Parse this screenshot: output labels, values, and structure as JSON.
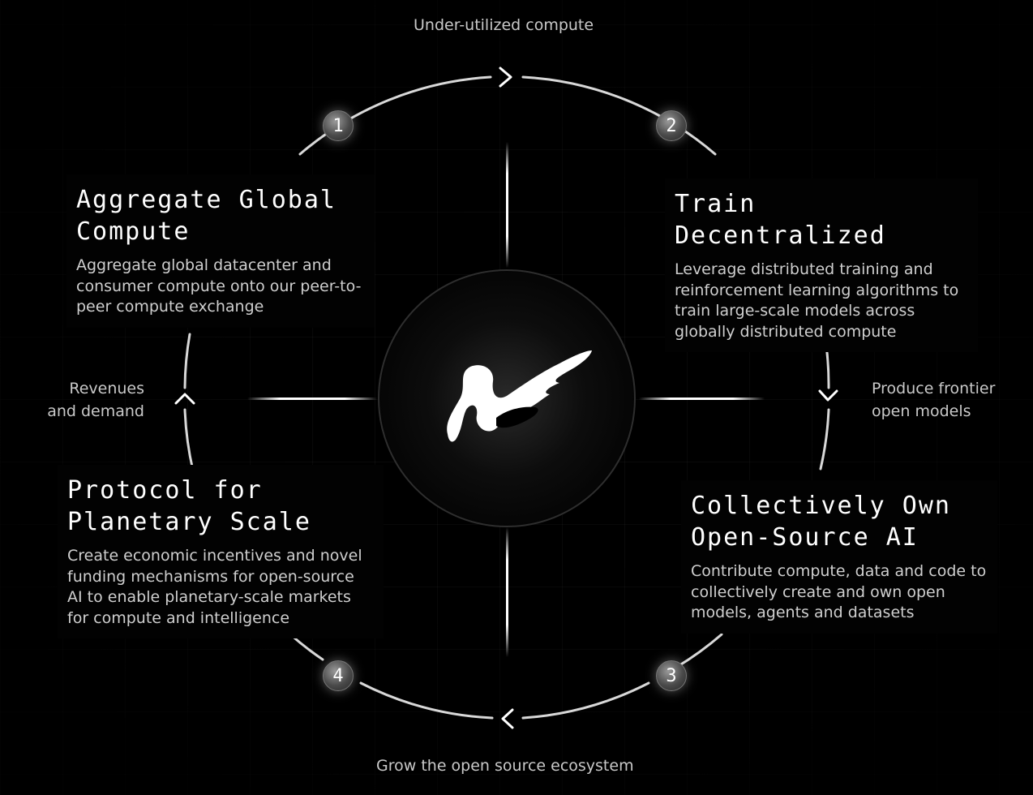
{
  "flow_labels": {
    "top": "Under-utilized compute",
    "right_line1": "Produce frontier",
    "right_line2": "open models",
    "bottom": "Grow the open source ecosystem",
    "left_line1": "Revenues",
    "left_line2": "and demand"
  },
  "steps": [
    {
      "number": "1",
      "title_line1": "Aggregate Global",
      "title_line2": "Compute",
      "description": "Aggregate global datacenter and consumer compute onto our peer-to-peer compute exchange"
    },
    {
      "number": "2",
      "title_line1": "Train Decentralized",
      "title_line2": "",
      "description": "Leverage distributed training and reinforcement learning algorithms to train large-scale models across globally distributed compute"
    },
    {
      "number": "3",
      "title_line1": "Collectively Own",
      "title_line2": "Open-Source AI",
      "description": "Contribute compute, data and code to collectively create and own open models, agents and datasets"
    },
    {
      "number": "4",
      "title_line1": "Protocol for",
      "title_line2": "Planetary Scale",
      "description": "Create economic incentives and novel funding mechanisms for open-source AI to enable planetary-scale markets for compute and intelligence"
    }
  ],
  "icons": {
    "center": "logo-icon",
    "top_arrow": "chevron-right-icon",
    "right_arrow": "chevron-down-icon",
    "bottom_arrow": "chevron-left-icon",
    "left_arrow": "chevron-up-icon"
  },
  "colors": {
    "background": "#000000",
    "text": "#ffffff",
    "muted_text": "#c9c9c9",
    "ring": "#d8d8d8"
  }
}
